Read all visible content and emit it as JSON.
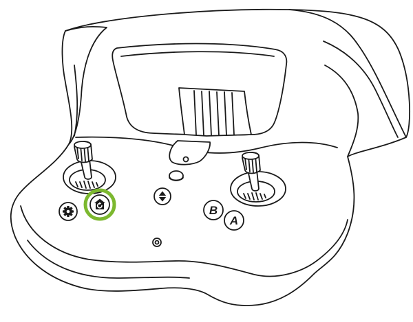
{
  "buttons": {
    "b_label": "B",
    "a_label": "A"
  },
  "icons": {
    "settings": "gear-icon",
    "home": "home-icon",
    "mode_toggle": "up-down-arrow-icon"
  },
  "highlight": {
    "target": "home-button",
    "color": "#7cb82f"
  },
  "colors": {
    "outline": "#1a1a1a",
    "body_fill": "#ffffff"
  }
}
